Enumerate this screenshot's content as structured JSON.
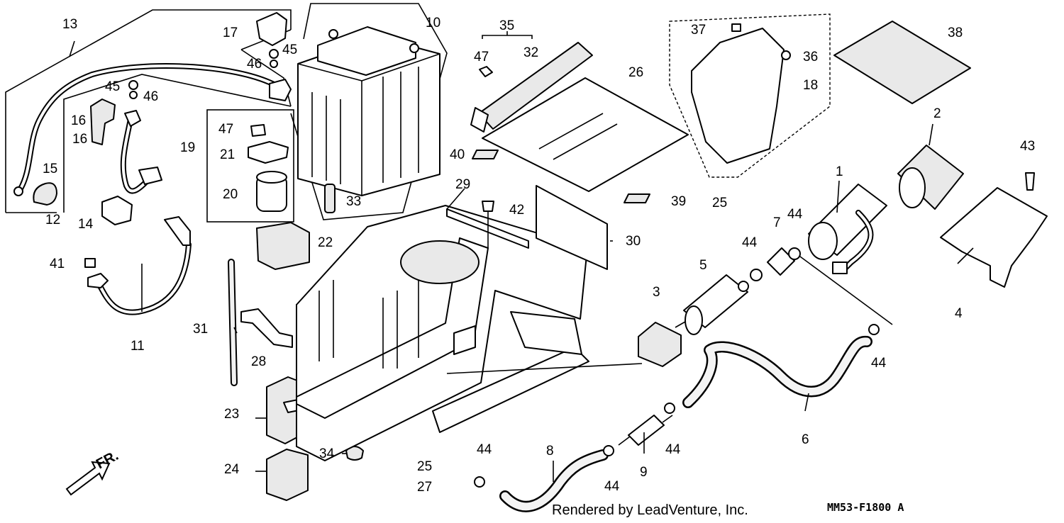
{
  "diagram": {
    "watermark": "Rendered by LeadVenture, Inc.",
    "code": "MM53-F1800 A",
    "direction": "FR.",
    "labels": [
      {
        "id": "13",
        "text": "13"
      },
      {
        "id": "17",
        "text": "17"
      },
      {
        "id": "45a",
        "text": "45"
      },
      {
        "id": "46a",
        "text": "46"
      },
      {
        "id": "45b",
        "text": "45"
      },
      {
        "id": "46b",
        "text": "46"
      },
      {
        "id": "16a",
        "text": "16"
      },
      {
        "id": "16b",
        "text": "16"
      },
      {
        "id": "15",
        "text": "15"
      },
      {
        "id": "12",
        "text": "12"
      },
      {
        "id": "14",
        "text": "14"
      },
      {
        "id": "10",
        "text": "10"
      },
      {
        "id": "19",
        "text": "19"
      },
      {
        "id": "47a",
        "text": "47"
      },
      {
        "id": "21",
        "text": "21"
      },
      {
        "id": "20",
        "text": "20"
      },
      {
        "id": "33",
        "text": "33"
      },
      {
        "id": "22",
        "text": "22"
      },
      {
        "id": "41",
        "text": "41"
      },
      {
        "id": "11",
        "text": "11"
      },
      {
        "id": "31",
        "text": "31"
      },
      {
        "id": "28",
        "text": "28"
      },
      {
        "id": "23",
        "text": "23"
      },
      {
        "id": "24",
        "text": "24"
      },
      {
        "id": "34",
        "text": "34"
      },
      {
        "id": "25a",
        "text": "25"
      },
      {
        "id": "27",
        "text": "27"
      },
      {
        "id": "35",
        "text": "35"
      },
      {
        "id": "47b",
        "text": "47"
      },
      {
        "id": "32",
        "text": "32"
      },
      {
        "id": "26",
        "text": "26"
      },
      {
        "id": "40",
        "text": "40"
      },
      {
        "id": "29",
        "text": "29"
      },
      {
        "id": "42",
        "text": "42"
      },
      {
        "id": "30",
        "text": "30"
      },
      {
        "id": "39",
        "text": "39"
      },
      {
        "id": "37",
        "text": "37"
      },
      {
        "id": "36",
        "text": "36"
      },
      {
        "id": "18",
        "text": "18"
      },
      {
        "id": "25b",
        "text": "25"
      },
      {
        "id": "38",
        "text": "38"
      },
      {
        "id": "2",
        "text": "2"
      },
      {
        "id": "43",
        "text": "43"
      },
      {
        "id": "1",
        "text": "1"
      },
      {
        "id": "4",
        "text": "4"
      },
      {
        "id": "44a",
        "text": "44"
      },
      {
        "id": "7",
        "text": "7"
      },
      {
        "id": "44b",
        "text": "44"
      },
      {
        "id": "5",
        "text": "5"
      },
      {
        "id": "3",
        "text": "3"
      },
      {
        "id": "44c",
        "text": "44"
      },
      {
        "id": "6",
        "text": "6"
      },
      {
        "id": "44d",
        "text": "44"
      },
      {
        "id": "44e",
        "text": "44"
      },
      {
        "id": "44f",
        "text": "44"
      },
      {
        "id": "9",
        "text": "9"
      },
      {
        "id": "8",
        "text": "8"
      }
    ]
  }
}
